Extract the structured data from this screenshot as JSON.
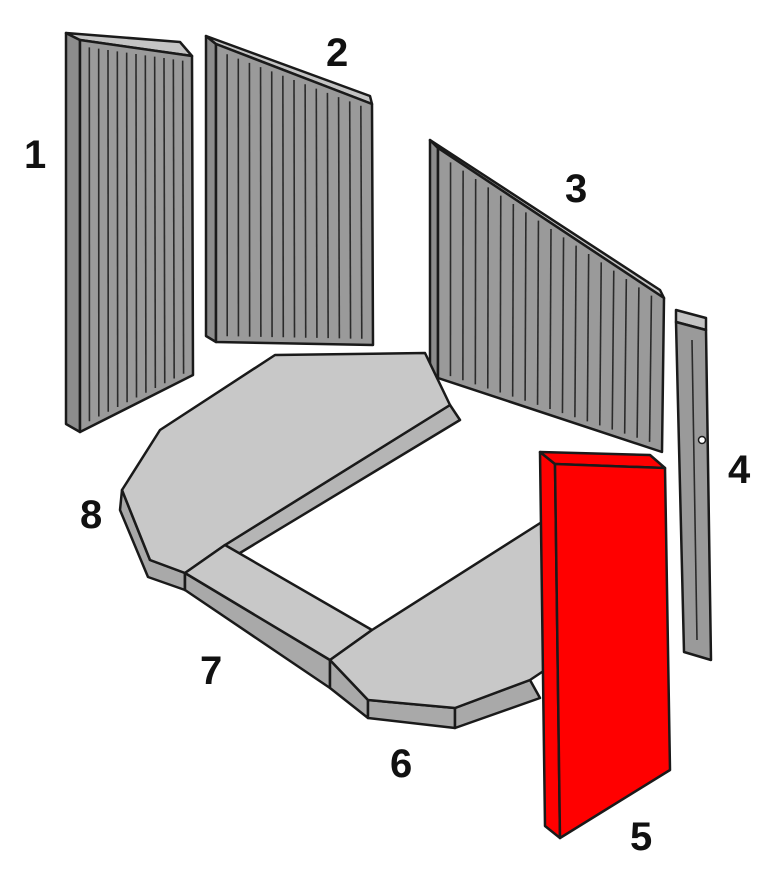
{
  "diagram": {
    "colors": {
      "panel_fill": "#9a9a9a",
      "panel_top": "#c4c4c4",
      "floor_top": "#c8c8c8",
      "floor_side": "#a9a9a9",
      "outline": "#1a1a1a",
      "highlight": "#ff0000"
    },
    "highlighted_part": "5",
    "parts": [
      {
        "id": "1",
        "label": "1"
      },
      {
        "id": "2",
        "label": "2"
      },
      {
        "id": "3",
        "label": "3"
      },
      {
        "id": "4",
        "label": "4"
      },
      {
        "id": "5",
        "label": "5"
      },
      {
        "id": "6",
        "label": "6"
      },
      {
        "id": "7",
        "label": "7"
      },
      {
        "id": "8",
        "label": "8"
      }
    ]
  }
}
